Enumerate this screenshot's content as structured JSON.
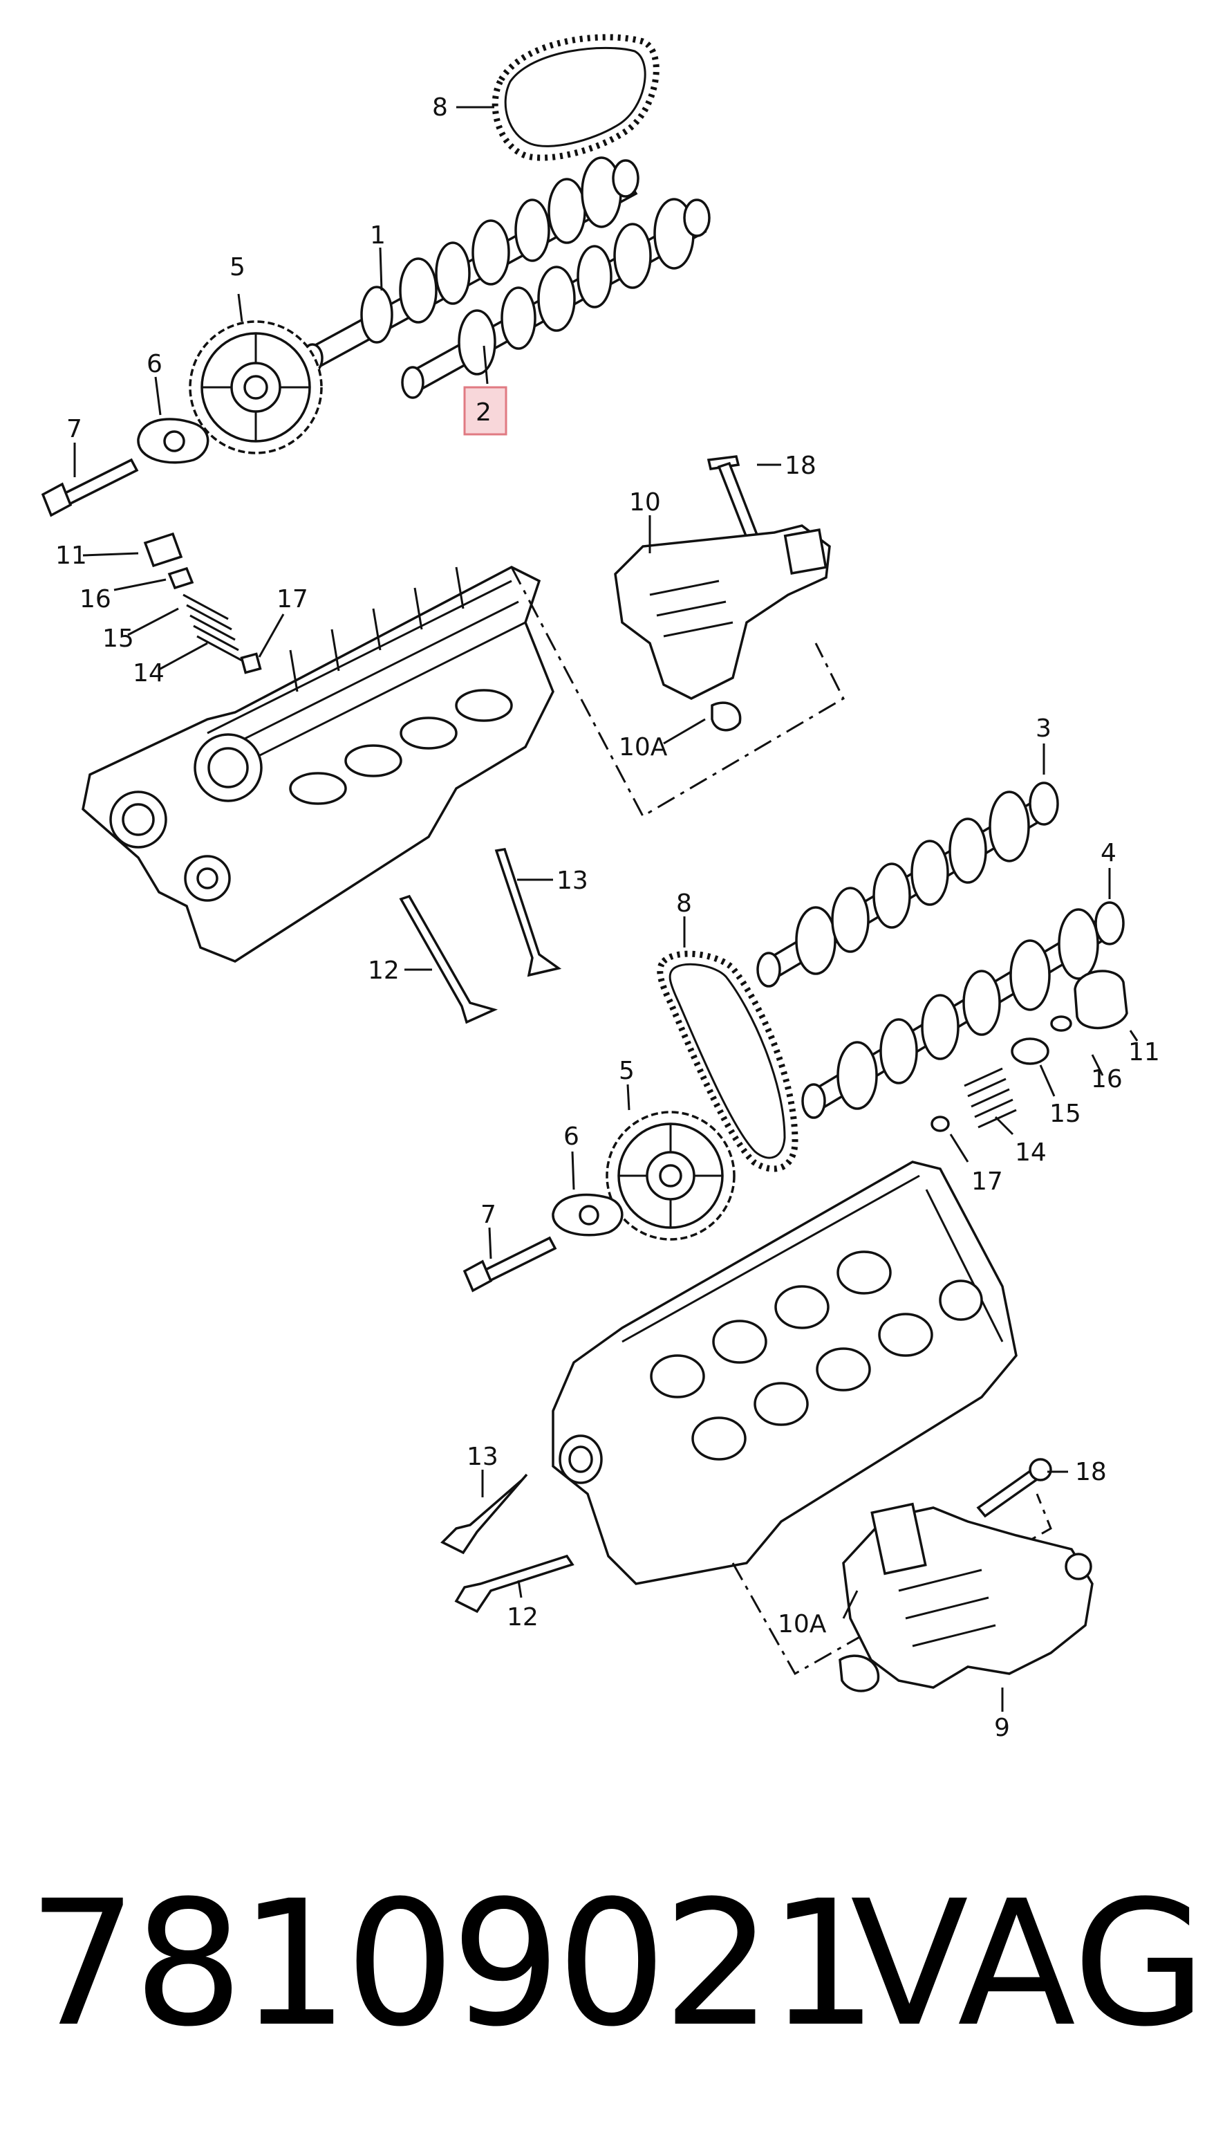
{
  "callouts": {
    "c1": "1",
    "c2": "2",
    "c3": "3",
    "c4": "4",
    "c5a": "5",
    "c5b": "5",
    "c6a": "6",
    "c6b": "6",
    "c7a": "7",
    "c7b": "7",
    "c8a": "8",
    "c8b": "8",
    "c9": "9",
    "c10": "10",
    "c10a1": "10A",
    "c10a2": "10A",
    "c11a": "11",
    "c11b": "11",
    "c12a": "12",
    "c12b": "12",
    "c13a": "13",
    "c13b": "13",
    "c14a": "14",
    "c14b": "14",
    "c15a": "15",
    "c15b": "15",
    "c16a": "16",
    "c16b": "16",
    "c17a": "17",
    "c17b": "17",
    "c18a": "18",
    "c18b": "18"
  },
  "highlight": {
    "label": "2",
    "fill": "#f8d7da",
    "stroke": "#e07a82"
  },
  "footer": {
    "part_number": "78109021",
    "brand": "VAG"
  }
}
